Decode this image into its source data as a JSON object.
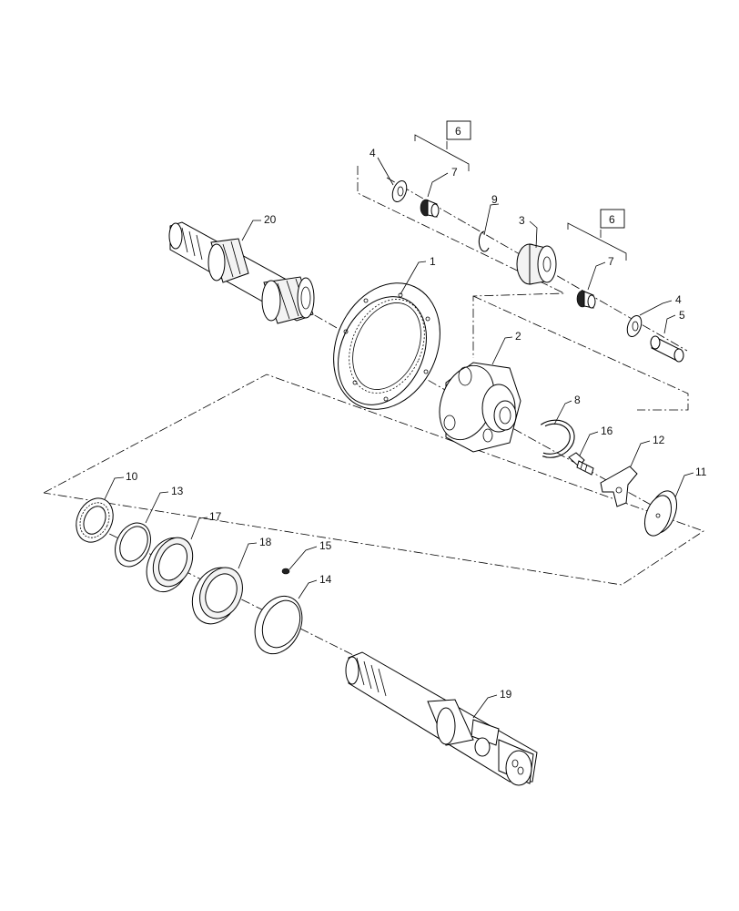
{
  "callouts": {
    "c1": "1",
    "c2": "2",
    "c3": "3",
    "c4a": "4",
    "c4b": "4",
    "c5": "5",
    "c6a": "6",
    "c6b": "6",
    "c7a": "7",
    "c7b": "7",
    "c8": "8",
    "c9": "9",
    "c10": "10",
    "c11": "11",
    "c12": "12",
    "c13": "13",
    "c14": "14",
    "c15": "15",
    "c16": "16",
    "c17": "17",
    "c18": "18",
    "c19": "19",
    "c20": "20"
  }
}
